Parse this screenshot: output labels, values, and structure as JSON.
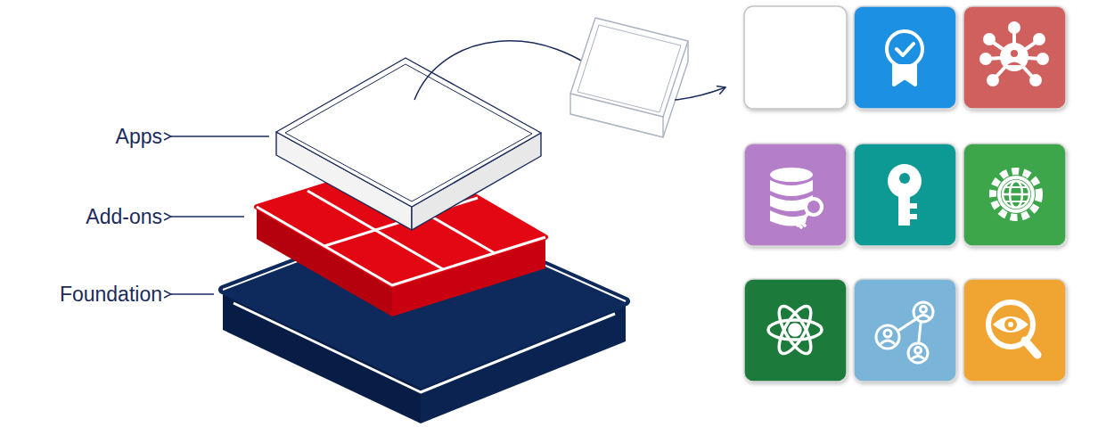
{
  "diagram": {
    "labels": [
      "Apps",
      "Add-ons",
      "Foundation"
    ]
  }
}
